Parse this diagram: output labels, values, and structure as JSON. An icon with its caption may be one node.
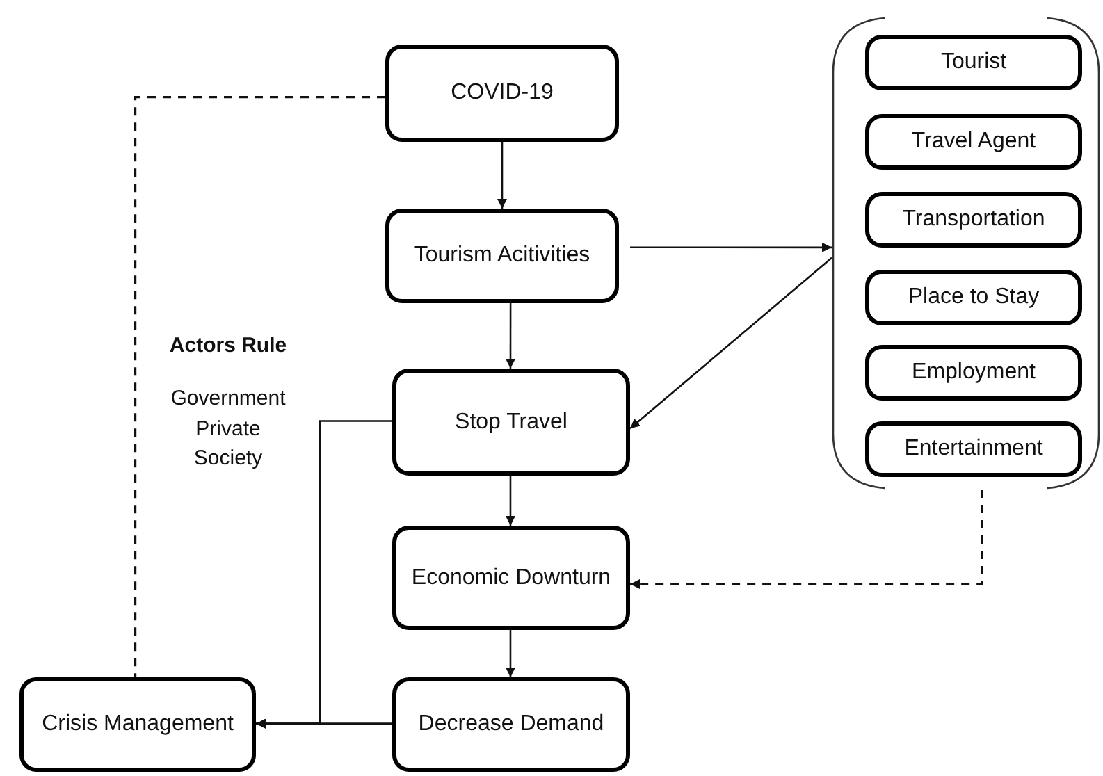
{
  "diagram": {
    "nodes": [
      {
        "text": [
          "COVID-19"
        ]
      },
      {
        "text": [
          "Tourism Acitivities"
        ]
      },
      {
        "text": [
          "Stop Travel"
        ]
      },
      {
        "text": [
          "Economic Downturn"
        ]
      },
      {
        "text": [
          "Decrease Demand"
        ]
      },
      {
        "text": [
          "Crisis Management"
        ]
      },
      {
        "text": [],
        "shape": "bracket"
      },
      {
        "text": [
          "Tourist"
        ],
        "in": 6
      },
      {
        "text": [
          "Travel Agent"
        ],
        "in": 6
      },
      {
        "text": [
          "Transportation"
        ],
        "in": 6
      },
      {
        "text": [
          "Place to Stay"
        ],
        "in": 6
      },
      {
        "text": [
          "Employment"
        ],
        "in": 6
      },
      {
        "text": [
          "Entertainment"
        ],
        "in": 6
      }
    ],
    "edges": [
      {
        "from": 0,
        "to": 1,
        "arrow": "to"
      },
      {
        "from": 1,
        "to": 2,
        "arrow": "to"
      },
      {
        "from": 2,
        "to": 3,
        "arrow": "to"
      },
      {
        "from": 3,
        "to": 4,
        "arrow": "to"
      },
      {
        "from": 1,
        "to": 6,
        "arrow": "to"
      },
      {
        "from": 6,
        "to": 2,
        "arrow": "to"
      },
      {
        "from": 6,
        "to": 3,
        "arrow": "to",
        "style": "dashed"
      },
      {
        "from": 2,
        "to": 5,
        "arrow": "to"
      },
      {
        "from": 4,
        "to": 5,
        "arrow": "to"
      },
      {
        "from": 0,
        "to": 5,
        "arrow": "none",
        "style": "dashed"
      }
    ],
    "labels": [
      "Actors Rule",
      "Government",
      "Private",
      "Society"
    ]
  }
}
